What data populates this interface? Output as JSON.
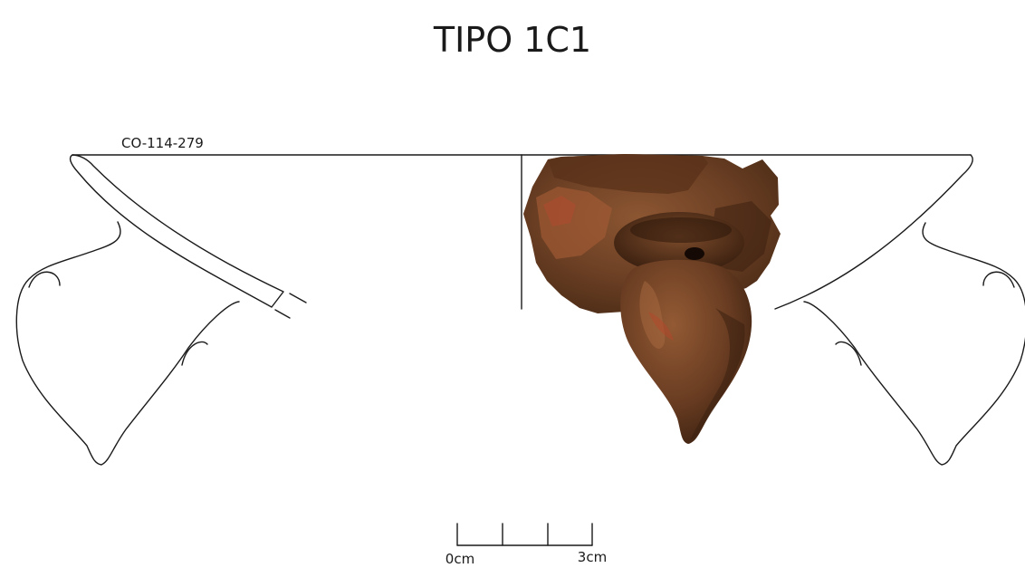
{
  "figure": {
    "title": "TIPO 1C1",
    "catalog_number": "CO-114-279"
  },
  "scale_bar": {
    "start_label": "0cm",
    "end_label": "3cm"
  },
  "colors": {
    "ink": "#1a1a1a",
    "sherd_body": "#7a4a2a",
    "sherd_dark": "#4a2c18",
    "sherd_light": "#a0633a",
    "sherd_red": "#b8452a",
    "background": "#ffffff"
  }
}
